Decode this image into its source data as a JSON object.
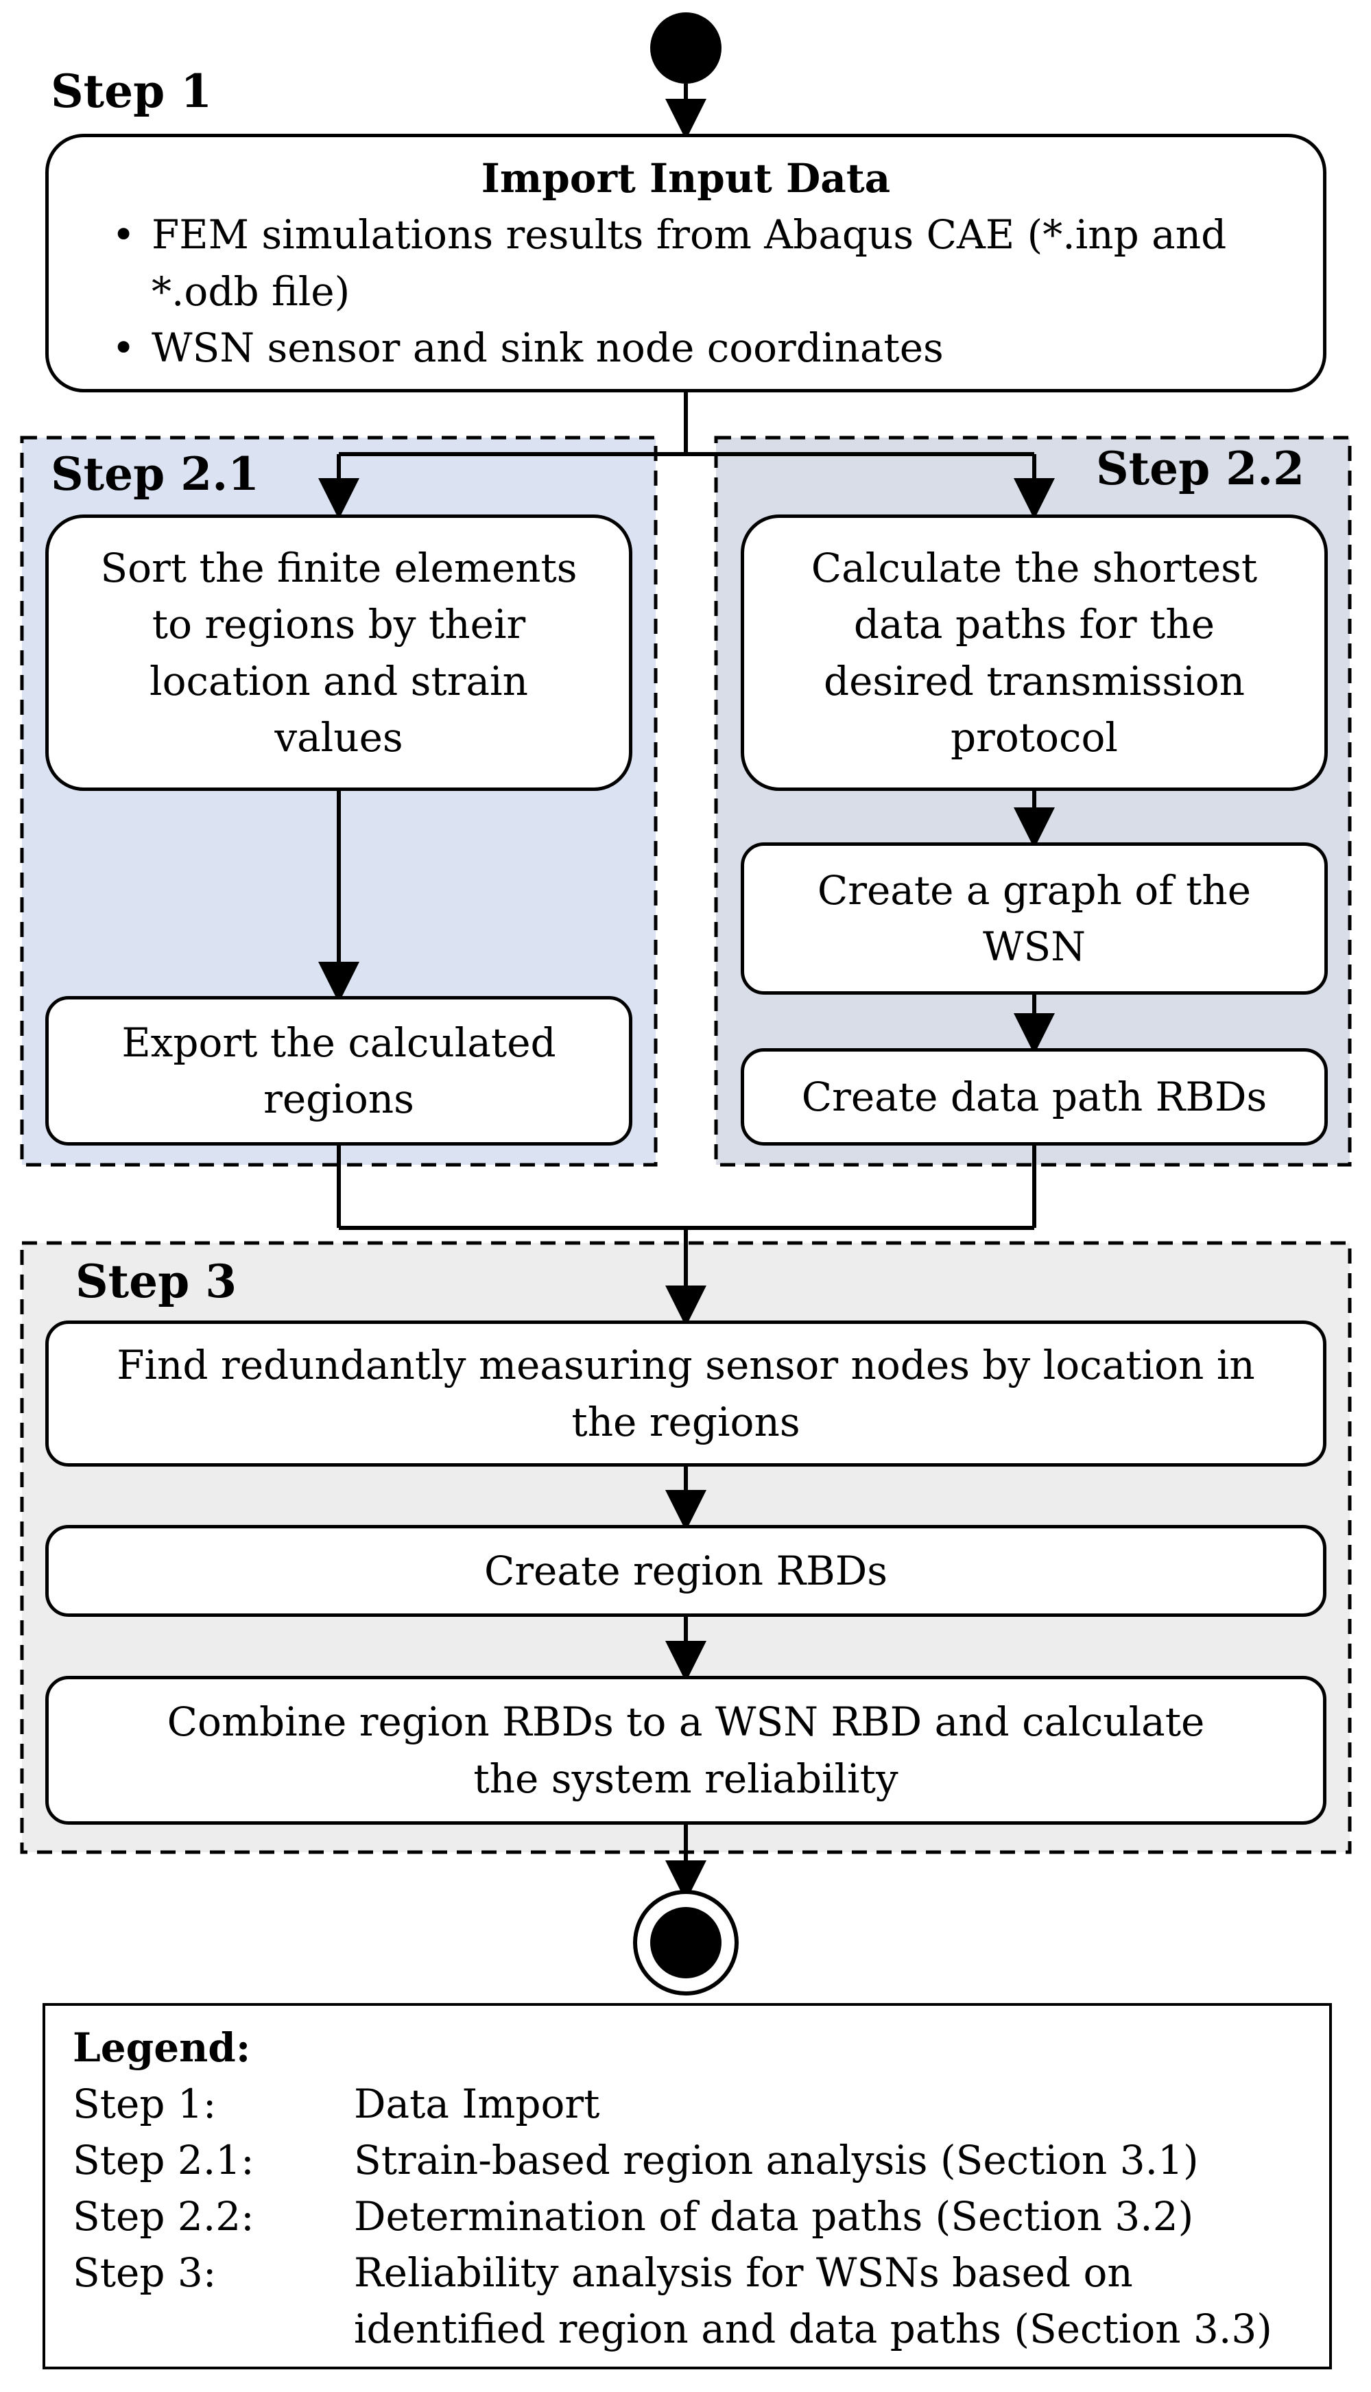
{
  "steps": {
    "step1": "Step 1",
    "step21": "Step 2.1",
    "step22": "Step 2.2",
    "step3": "Step 3"
  },
  "import_box": {
    "title": "Import Input Data",
    "bullets": [
      "FEM simulations results from Abaqus CAE (*.inp and *.odb file)",
      "WSN sensor and sink node coordinates"
    ]
  },
  "step21_boxes": {
    "sort": "Sort the finite elements to regions by their location and strain values",
    "export": "Export the calculated regions"
  },
  "step22_boxes": {
    "calc": "Calculate the shortest data paths for the desired transmission protocol",
    "graph": "Create a graph of the WSN",
    "rbd": "Create data path RBDs"
  },
  "step3_boxes": {
    "find": "Find redundantly measuring sensor nodes by location in the regions",
    "region": "Create region RBDs",
    "combine": "Combine region RBDs to a WSN RBD and calculate the system reliability"
  },
  "legend": {
    "title": "Legend:",
    "rows": [
      {
        "key": "Step 1:",
        "value": "Data Import"
      },
      {
        "key": "Step 2.1:",
        "value": "Strain-based region analysis (Section 3.1)"
      },
      {
        "key": "Step 2.2:",
        "value": "Determination of data paths (Section 3.2)"
      },
      {
        "key": "Step 3:",
        "value": "Reliability analysis for WSNs based on identified region and data paths (Section 3.3)"
      }
    ]
  },
  "colors": {
    "step21_fill": "#dbe3f3",
    "step22_fill": "#d8dde8",
    "step3_fill": "#ededed",
    "line": "#000000"
  }
}
